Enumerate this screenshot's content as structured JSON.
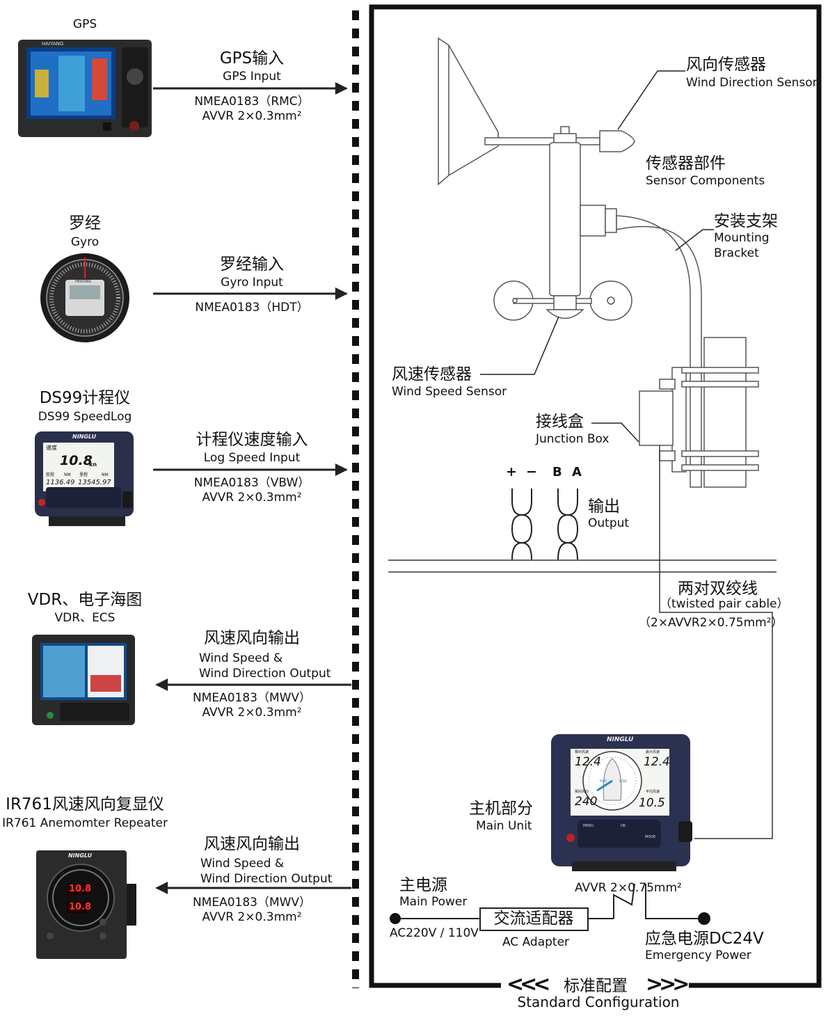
{
  "left_devices": {
    "gps": {
      "label": "GPS",
      "brand": "HAIYANG"
    },
    "gyro": {
      "label_cn": "罗经",
      "label_en": "Gyro",
      "screen_text": "HEADING"
    },
    "speedlog": {
      "label_cn": "DS99计程仪",
      "label_en": "DS99 SpeedLog",
      "brand": "NINGLU",
      "screen": {
        "label": "速度",
        "speed": "10.8",
        "unit": "kn",
        "left_label": "航程",
        "left_value": "1136.49",
        "left_unit": "NM",
        "right_label": "里程",
        "right_value": "13545.97",
        "right_unit": "NM"
      }
    },
    "vdr": {
      "label_cn": "VDR、电子海图",
      "label_en": "VDR、ECS"
    },
    "repeater": {
      "label_cn": "IR761风速风向复显仪",
      "label_en": "IR761 Anemomter Repeater",
      "brand": "NINGLU",
      "value1": "10.8",
      "value2": "10.8"
    }
  },
  "connections": [
    {
      "title_cn": "GPS输入",
      "title_en_1": "GPS Input",
      "title_en_2": "",
      "spec_1": "NMEA0183（RMC）",
      "spec_2": "AVVR 2×0.3mm²",
      "direction": "in"
    },
    {
      "title_cn": "罗经输入",
      "title_en_1": "Gyro Input",
      "title_en_2": "",
      "spec_1": "NMEA0183（HDT）",
      "spec_2": "",
      "direction": "in"
    },
    {
      "title_cn": "计程仪速度输入",
      "title_en_1": "Log Speed Input",
      "title_en_2": "",
      "spec_1": "NMEA0183（VBW）",
      "spec_2": "AVVR 2×0.3mm²",
      "direction": "in"
    },
    {
      "title_cn": "风速风向输出",
      "title_en_1": "Wind Speed &",
      "title_en_2": "Wind Direction Output",
      "spec_1": "NMEA0183（MWV）",
      "spec_2": "AVVR 2×0.3mm²",
      "direction": "out"
    },
    {
      "title_cn": "风速风向输出",
      "title_en_1": "Wind Speed &",
      "title_en_2": "Wind Direction Output",
      "spec_1": "NMEA0183（MWV）",
      "spec_2": "AVVR 2×0.3mm²",
      "direction": "out"
    }
  ],
  "sensor": {
    "wind_direction": {
      "cn": "风向传感器",
      "en": "Wind Direction Sensor"
    },
    "components": {
      "cn": "传感器部件",
      "en": "Sensor Components"
    },
    "bracket": {
      "cn": "安装支架",
      "en_1": "Mounting",
      "en_2": "Bracket"
    },
    "wind_speed": {
      "cn": "风速传感器",
      "en": "Wind Speed Sensor"
    },
    "junction": {
      "cn": "接线盒",
      "en": "Junction Box"
    },
    "output": {
      "cn": "输出",
      "en": "Output"
    },
    "terminals": {
      "plus": "+",
      "minus": "−",
      "b": "B",
      "a": "A"
    },
    "cable": {
      "cn": "两对双绞线",
      "en": "（twisted pair cable）",
      "spec": "（2×AVVR2×0.75mm²）"
    }
  },
  "main_unit": {
    "cn": "主机部分",
    "en": "Main Unit",
    "brand": "NINGLU",
    "screen": {
      "tl_label": "相对风速",
      "tl_value": "12.4",
      "tr_label": "最大风速",
      "tr_value": "12.4",
      "bl_label": "相对风向",
      "bl_value": "240",
      "br_label": "平均风速",
      "br_value": "10.5",
      "port": "PORT",
      "stbd": "STBD"
    },
    "buttons": {
      "menu": "MENU",
      "ok": "OK",
      "mode": "MODE"
    }
  },
  "power": {
    "main_cn": "主电源",
    "main_en": "Main Power",
    "ac": "AC220V / 110V",
    "adapter_cn": "交流适配器",
    "adapter_en": "AC Adapter",
    "cable": "AVVR  2×0.75mm²",
    "emergency_cn": "应急电源DC24V",
    "emergency_en": "Emergency Power"
  },
  "footer": {
    "left_chevrons": "<<<",
    "cn": "标准配置",
    "right_chevrons": ">>>",
    "en": "Standard Configuration"
  }
}
